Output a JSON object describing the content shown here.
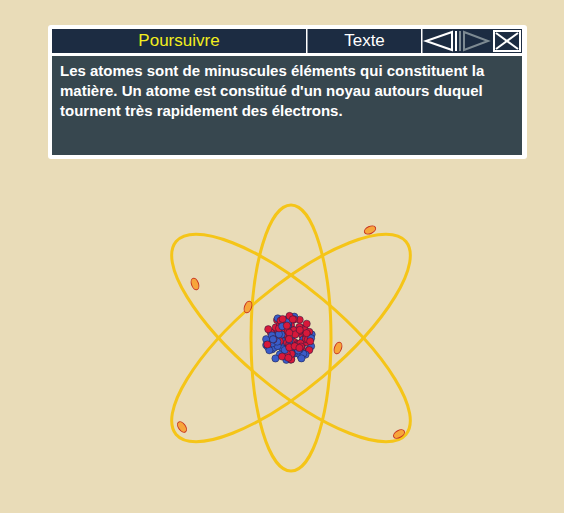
{
  "diagram": {
    "nodes": [
      {
        "text": [
          "Poursuivre"
        ]
      },
      {
        "text": [
          "Texte"
        ]
      },
      {
        "text": [
          "Les atomes sont de minuscules éléments qui constituent la matière. Un atome est constitué d'un noyau autours duquel tournent très rapidement des électrons."
        ]
      }
    ]
  }
}
